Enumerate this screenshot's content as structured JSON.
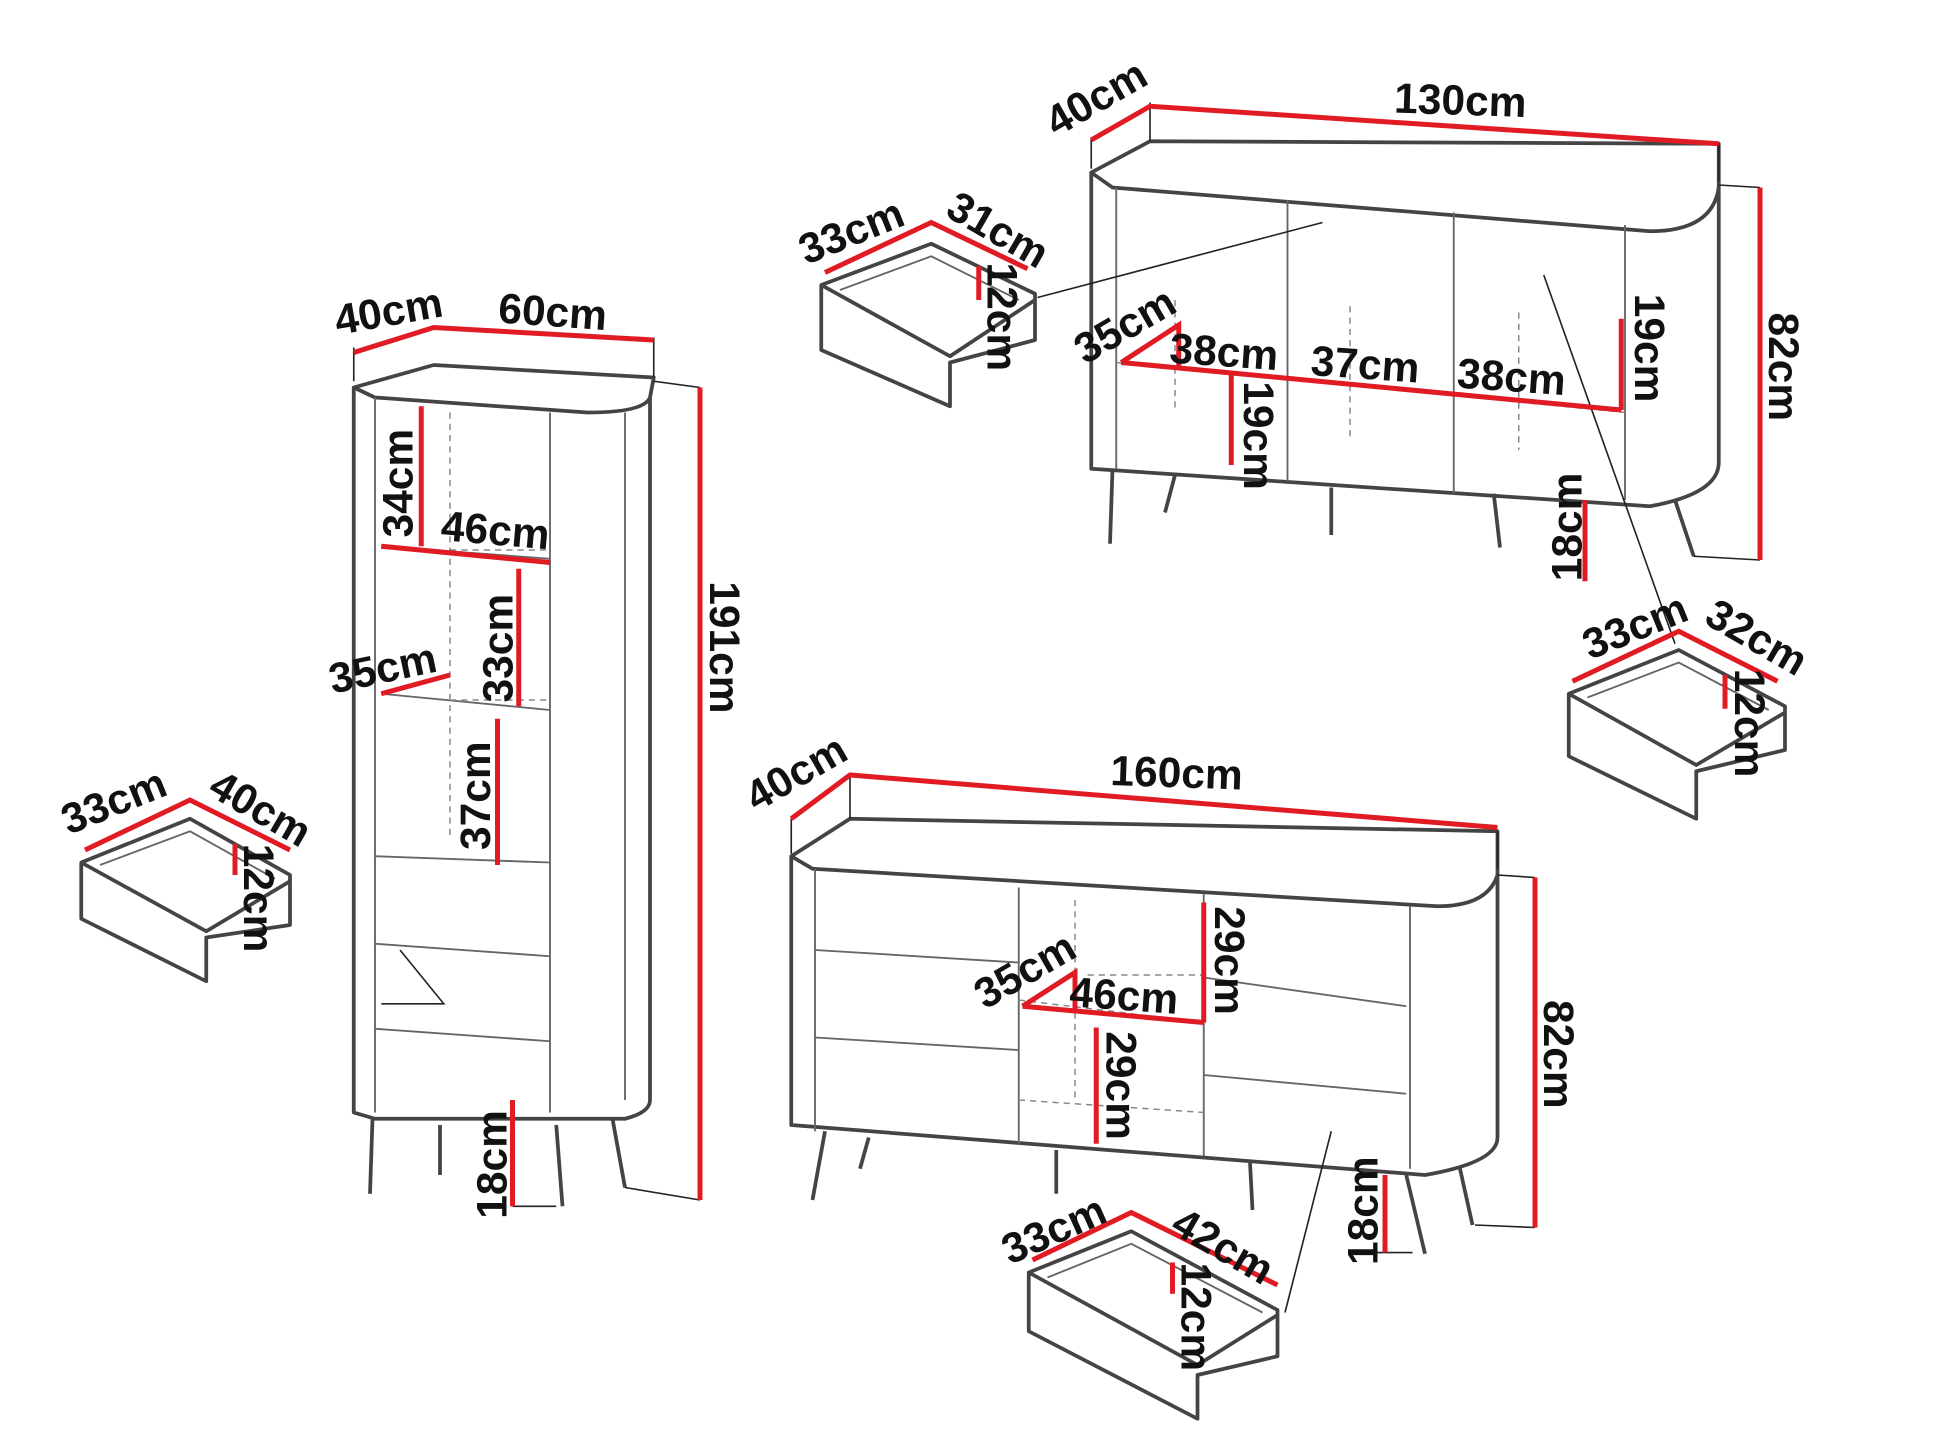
{
  "colors": {
    "dimension_line": "#e01b24",
    "outline": "#444444",
    "text": "#111111"
  },
  "tall_cabinet": {
    "depth": "40cm",
    "width": "60cm",
    "height": "191cm",
    "shelf1_height": "34cm",
    "shelf_width": "46cm",
    "shelf2_height": "33cm",
    "shelf_depth": "35cm",
    "shelf3_height": "37cm",
    "leg_height": "18cm"
  },
  "tall_cabinet_drawer": {
    "depth": "33cm",
    "width": "40cm",
    "height": "12cm"
  },
  "sideboard_130": {
    "depth": "40cm",
    "width": "130cm",
    "height": "82cm",
    "shelf_depth": "35cm",
    "left_width": "38cm",
    "middle_width": "37cm",
    "right_width": "38cm",
    "right_height": "19cm",
    "middle_height": "19cm",
    "leg_height": "18cm"
  },
  "sideboard_130_drawer_left": {
    "depth": "33cm",
    "width": "31cm",
    "height": "12cm"
  },
  "sideboard_130_drawer_right": {
    "depth": "33cm",
    "width": "32cm",
    "height": "12cm"
  },
  "sideboard_160": {
    "depth": "40cm",
    "width": "160cm",
    "height": "82cm",
    "shelf_depth": "35cm",
    "shelf_width": "46cm",
    "upper_height": "29cm",
    "lower_height": "29cm",
    "leg_height": "18cm"
  },
  "sideboard_160_drawer": {
    "depth": "33cm",
    "width": "42cm",
    "height": "12cm"
  }
}
